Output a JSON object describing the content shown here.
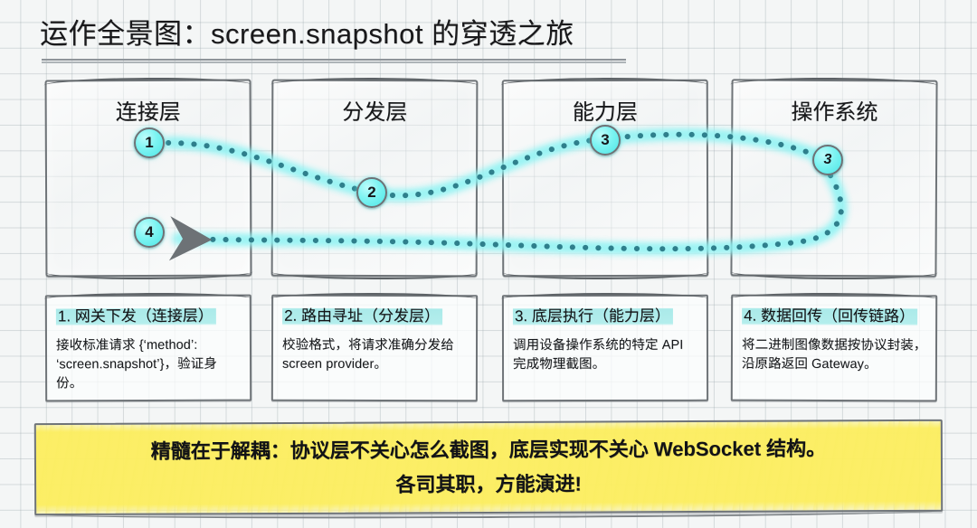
{
  "title": {
    "text": "运作全景图：screen.snapshot 的穿透之旅"
  },
  "layers": [
    {
      "name": "连接层"
    },
    {
      "name": "分发层"
    },
    {
      "name": "能力层"
    },
    {
      "name": "操作系统"
    }
  ],
  "nodes": [
    {
      "id": "node-1",
      "label": "1"
    },
    {
      "id": "node-2",
      "label": "2"
    },
    {
      "id": "node-3",
      "label": "3"
    },
    {
      "id": "node-4",
      "label": "4"
    },
    {
      "id": "node-5",
      "label": "3"
    }
  ],
  "steps": [
    {
      "heading": "1. 网关下发（连接层）",
      "body": "接收标准请求 {‘method’: ‘screen.snapshot’}，验证身份。"
    },
    {
      "heading": "2. 路由寻址（分发层）",
      "body": "校验格式，将请求准确分发给 screen provider。"
    },
    {
      "heading": "3. 底层执行（能力层）",
      "body": "调用设备操作系统的特定 API 完成物理截图。"
    },
    {
      "heading": "4. 数据回传（回传链路）",
      "body": "将二进制图像数据按协议封装，沿原路返回 Gateway。"
    }
  ],
  "summary": {
    "line1": "精髓在于解耦：协议层不关心怎么截图，底层实现不关心 WebSocket 结构。",
    "line2": "各司其职，方能演进!"
  },
  "colors": {
    "flow_glow": "#7ef0f0",
    "flow_dot": "#2f7f8c",
    "node_fill": "#7df4f2",
    "highlight": "#a6e9e8",
    "banner": "#fcee60",
    "ink": "#6f7478"
  }
}
